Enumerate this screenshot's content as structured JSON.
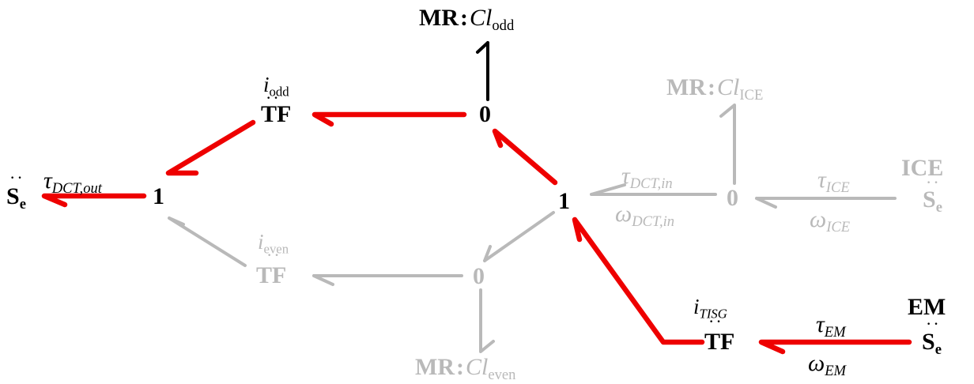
{
  "colors": {
    "power_path": "#ee0000",
    "inactive": "#b9b9b9",
    "active": "#000000"
  },
  "nodes": {
    "mr_odd": {
      "prefix": "MR",
      "colon": ":",
      "base": "Cl",
      "sub": "odd"
    },
    "mr_ice": {
      "prefix": "MR",
      "colon": ":",
      "base": "Cl",
      "sub": "ICE"
    },
    "mr_even": {
      "prefix": "MR",
      "colon": ":",
      "base": "Cl",
      "sub": "even"
    },
    "tf_odd": {
      "label": "TF",
      "ratio_base": "i",
      "ratio_sub": "odd"
    },
    "tf_even": {
      "label": "TF",
      "ratio_base": "i",
      "ratio_sub": "even"
    },
    "tf_isg": {
      "label": "TF",
      "ratio_base": "i",
      "ratio_sub": "TISG"
    },
    "zero_odd": "0",
    "zero_even": "0",
    "zero_ice": "0",
    "one_center": "1",
    "one_left": "1",
    "se_out": {
      "label": "S",
      "sub": "e"
    },
    "se_ice": {
      "title": "ICE",
      "label": "S",
      "sub": "e"
    },
    "se_em": {
      "title": "EM",
      "label": "S",
      "sub": "e"
    }
  },
  "variables": {
    "tau_out": {
      "sym": "τ",
      "sub": "DCT,out"
    },
    "tau_dct_in": {
      "sym": "τ",
      "sub": "DCT,in"
    },
    "omega_dct_in": {
      "sym": "ω",
      "sub": "DCT,in"
    },
    "tau_ice": {
      "sym": "τ",
      "sub": "ICE"
    },
    "omega_ice": {
      "sym": "ω",
      "sub": "ICE"
    },
    "tau_em": {
      "sym": "τ",
      "sub": "EM"
    },
    "omega_em": {
      "sym": "ω",
      "sub": "EM"
    }
  }
}
